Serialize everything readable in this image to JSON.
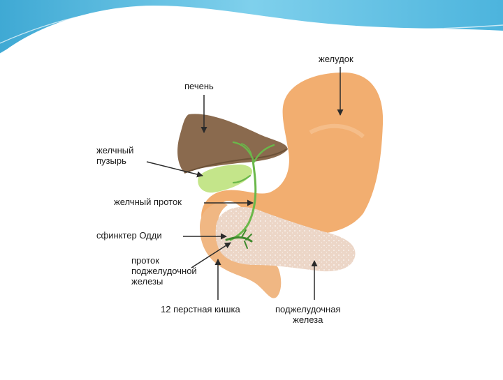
{
  "labels": {
    "stomach": "желудок",
    "liver": "печень",
    "gallbladder": "желчный\nпузырь",
    "bile_duct": "желчный проток",
    "sphincter": "сфинктер Одди",
    "pancreatic_duct": "проток\nподжелудочной\nжелезы",
    "duodenum": "12 перстная кишка",
    "pancreas": "поджелудочная\nжелеза"
  },
  "colors": {
    "header_wave": "#5cbde0",
    "stomach": "#f2ae70",
    "liver": "#8a6a4e",
    "gallbladder": "#c4e58a",
    "ducts": "#6ab84a",
    "duodenum": "#f0b783",
    "pancreas": "#ecd6c7",
    "arrow": "#2b2b2b"
  }
}
